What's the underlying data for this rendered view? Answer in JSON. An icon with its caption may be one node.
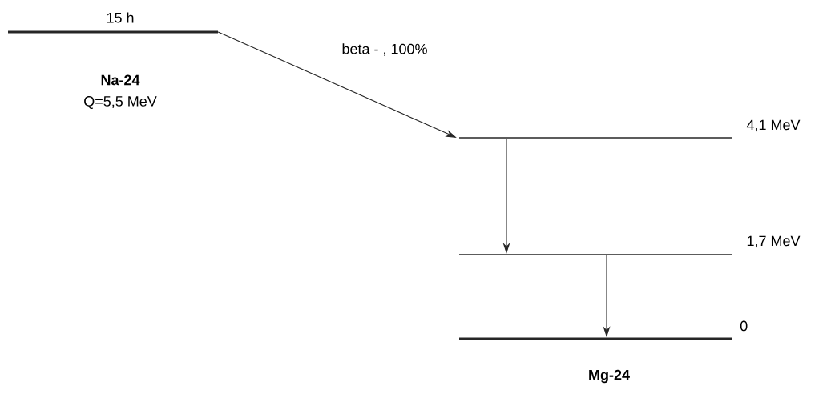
{
  "diagram": {
    "nodes": [
      {
        "text": [],
        "shape": "bar",
        "beside": [
          "15 h",
          "Na-24",
          "Q=5,5 MeV"
        ]
      },
      {
        "text": [],
        "shape": "bar",
        "beside": [
          "4,1 MeV"
        ]
      },
      {
        "text": [],
        "shape": "bar",
        "beside": [
          "1,7 MeV"
        ]
      },
      {
        "text": [],
        "shape": "bar",
        "beside": [
          "0"
        ]
      }
    ],
    "edges": [
      {
        "from": 0,
        "to": 1,
        "arrow": "to",
        "label": "beta - , 100%"
      },
      {
        "from": 1,
        "to": 2,
        "arrow": "to"
      },
      {
        "from": 2,
        "to": 3,
        "arrow": "to"
      }
    ],
    "labels": [
      "Mg-24"
    ]
  }
}
